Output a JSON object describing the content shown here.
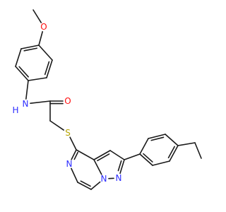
{
  "colors": {
    "bond": "#1a1a1a",
    "carbon": "#1a1a1a",
    "nitrogen": "#2d2dff",
    "oxygen": "#ff0d0d",
    "sulfur": "#b5a300"
  },
  "atoms": [
    {
      "id": "c_me",
      "element": "C",
      "label": ""
    },
    {
      "id": "o_ome",
      "element": "O",
      "label": "O"
    },
    {
      "id": "a1",
      "element": "C",
      "label": ""
    },
    {
      "id": "a2",
      "element": "C",
      "label": ""
    },
    {
      "id": "a3",
      "element": "C",
      "label": ""
    },
    {
      "id": "a4",
      "element": "C",
      "label": ""
    },
    {
      "id": "a5",
      "element": "C",
      "label": ""
    },
    {
      "id": "a6",
      "element": "C",
      "label": ""
    },
    {
      "id": "n_am",
      "element": "N",
      "label": "N"
    },
    {
      "id": "h_am",
      "element": "H",
      "label": "H"
    },
    {
      "id": "c_co",
      "element": "C",
      "label": ""
    },
    {
      "id": "o_co",
      "element": "O",
      "label": "O"
    },
    {
      "id": "c_ch2",
      "element": "C",
      "label": ""
    },
    {
      "id": "s",
      "element": "S",
      "label": "S"
    },
    {
      "id": "p4",
      "element": "C",
      "label": ""
    },
    {
      "id": "n5",
      "element": "N",
      "label": "N"
    },
    {
      "id": "c6",
      "element": "C",
      "label": ""
    },
    {
      "id": "c7",
      "element": "C",
      "label": ""
    },
    {
      "id": "n7a",
      "element": "N",
      "label": "N"
    },
    {
      "id": "c3a",
      "element": "C",
      "label": ""
    },
    {
      "id": "c3",
      "element": "C",
      "label": ""
    },
    {
      "id": "c2",
      "element": "C",
      "label": ""
    },
    {
      "id": "n1",
      "element": "N",
      "label": "N"
    },
    {
      "id": "b1",
      "element": "C",
      "label": ""
    },
    {
      "id": "b2",
      "element": "C",
      "label": ""
    },
    {
      "id": "b3",
      "element": "C",
      "label": ""
    },
    {
      "id": "b4",
      "element": "C",
      "label": ""
    },
    {
      "id": "b5",
      "element": "C",
      "label": ""
    },
    {
      "id": "b6",
      "element": "C",
      "label": ""
    },
    {
      "id": "e1",
      "element": "C",
      "label": ""
    },
    {
      "id": "e2",
      "element": "C",
      "label": ""
    }
  ],
  "bonds": [
    {
      "from": "c_me",
      "to": "o_ome",
      "order": 1
    },
    {
      "from": "o_ome",
      "to": "a1",
      "order": 1
    },
    {
      "from": "a1",
      "to": "a2",
      "order": 2
    },
    {
      "from": "a2",
      "to": "a3",
      "order": 1
    },
    {
      "from": "a3",
      "to": "a4",
      "order": 2
    },
    {
      "from": "a4",
      "to": "a5",
      "order": 1
    },
    {
      "from": "a5",
      "to": "a6",
      "order": 2
    },
    {
      "from": "a6",
      "to": "a1",
      "order": 1
    },
    {
      "from": "a4",
      "to": "n_am",
      "order": 1
    },
    {
      "from": "n_am",
      "to": "c_co",
      "order": 1
    },
    {
      "from": "c_co",
      "to": "o_co",
      "order": 2
    },
    {
      "from": "c_co",
      "to": "c_ch2",
      "order": 1
    },
    {
      "from": "c_ch2",
      "to": "s",
      "order": 1
    },
    {
      "from": "s",
      "to": "p4",
      "order": 1
    },
    {
      "from": "p4",
      "to": "n5",
      "order": 2
    },
    {
      "from": "n5",
      "to": "c6",
      "order": 1
    },
    {
      "from": "c6",
      "to": "c7",
      "order": 2
    },
    {
      "from": "c7",
      "to": "n7a",
      "order": 1
    },
    {
      "from": "n7a",
      "to": "c3a",
      "order": 1
    },
    {
      "from": "c3a",
      "to": "p4",
      "order": 1
    },
    {
      "from": "c3a",
      "to": "c3",
      "order": 2
    },
    {
      "from": "c3",
      "to": "c2",
      "order": 1
    },
    {
      "from": "c2",
      "to": "n1",
      "order": 2
    },
    {
      "from": "n1",
      "to": "n7a",
      "order": 1
    },
    {
      "from": "c2",
      "to": "b1",
      "order": 1
    },
    {
      "from": "b1",
      "to": "b2",
      "order": 2
    },
    {
      "from": "b2",
      "to": "b3",
      "order": 1
    },
    {
      "from": "b3",
      "to": "b4",
      "order": 2
    },
    {
      "from": "b4",
      "to": "b5",
      "order": 1
    },
    {
      "from": "b5",
      "to": "b6",
      "order": 2
    },
    {
      "from": "b6",
      "to": "b1",
      "order": 1
    },
    {
      "from": "b4",
      "to": "e1",
      "order": 1
    },
    {
      "from": "e1",
      "to": "e2",
      "order": 1
    }
  ]
}
